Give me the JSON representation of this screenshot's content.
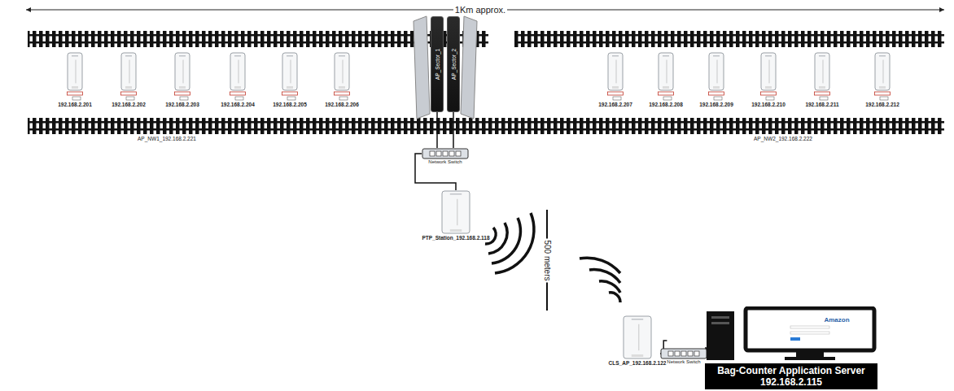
{
  "diagram": {
    "nodes": [
      {
        "text": [
          "192.168.2.201"
        ]
      },
      {
        "text": [
          "192.168.2.202"
        ]
      },
      {
        "text": [
          "192.168.2.203"
        ]
      },
      {
        "text": [
          "192.168.2.204"
        ]
      },
      {
        "text": [
          "192.168.2.205"
        ]
      },
      {
        "text": [
          "192.168.2.206"
        ]
      },
      {
        "text": [
          "AP_Sector_1"
        ]
      },
      {
        "text": [
          "AP_Sector_2"
        ]
      },
      {
        "text": [
          "192.168.2.207"
        ]
      },
      {
        "text": [
          "192.168.2.208"
        ]
      },
      {
        "text": [
          "192.168.2.209"
        ]
      },
      {
        "text": [
          "192.168.2.210"
        ]
      },
      {
        "text": [
          "192.168.2.211"
        ]
      },
      {
        "text": [
          "192.168.2.212"
        ]
      },
      {
        "text": [
          "Network Switch"
        ]
      },
      {
        "text": [
          "PTP_Station_192.168.2.118"
        ]
      },
      {
        "text": [
          "CLS_AP_192.168.2.122"
        ]
      },
      {
        "text": [
          "Network Switch"
        ]
      },
      {
        "text": [
          "Bag-Counter Application Server",
          "192.168.2.115"
        ]
      }
    ],
    "edges": [
      {
        "from": 6,
        "to": 14,
        "arrow": "none"
      },
      {
        "from": 7,
        "to": 14,
        "arrow": "none"
      },
      {
        "from": 14,
        "to": 15,
        "arrow": "none"
      },
      {
        "from": 16,
        "to": 17,
        "arrow": "none"
      },
      {
        "from": 17,
        "to": 18,
        "arrow": "none"
      }
    ],
    "labels": [
      "1Km approx.",
      "AP_NW1_192.168.2.221",
      "AP_NW2_192.168.2.222",
      "500 meters",
      "Amazon"
    ]
  }
}
